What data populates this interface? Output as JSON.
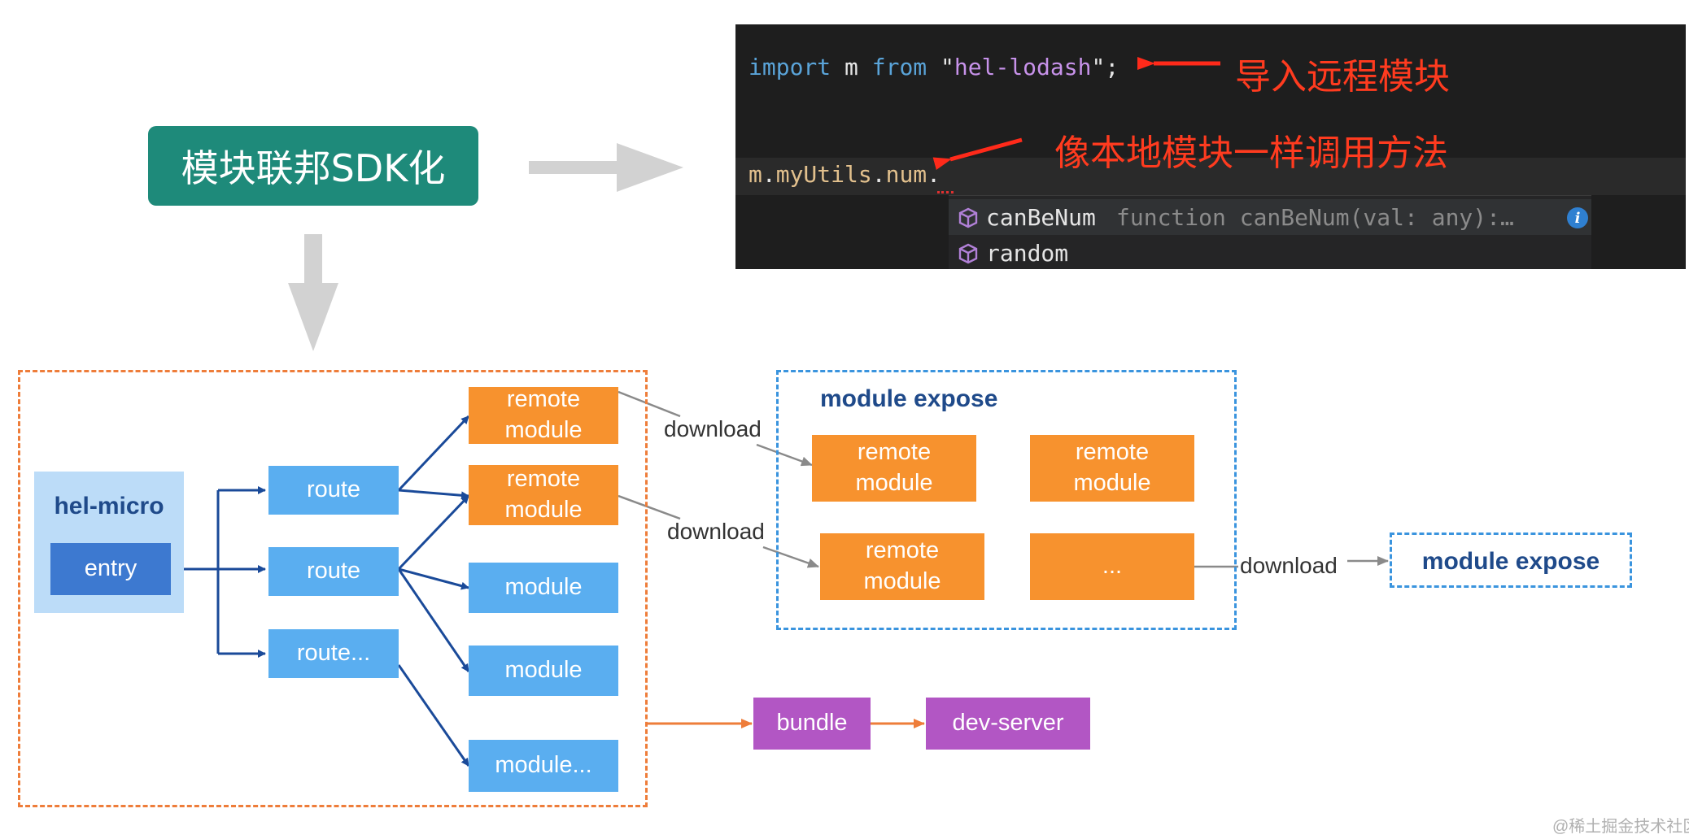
{
  "title": "模块联邦SDK化",
  "editor": {
    "line1": {
      "kw_import": "import",
      "ident": "m",
      "kw_from": "from",
      "quote_open": "\"",
      "module_name": "hel-lodash",
      "quote_close_semi": "\";"
    },
    "line2": {
      "m": "m",
      "dot1": ".",
      "prop1": "myUtils",
      "dot2": ".",
      "prop2": "num",
      "dot3": "."
    },
    "annotation_import": "导入远程模块",
    "annotation_call": "像本地模块一样调用方法",
    "suggestions": [
      {
        "name": "canBeNum",
        "detail": "function canBeNum(val: any):…",
        "icon": "cube-icon"
      },
      {
        "name": "random",
        "detail": "",
        "icon": "cube-icon"
      }
    ]
  },
  "diagram": {
    "hel_micro": "hel-micro",
    "entry": "entry",
    "routes": [
      "route",
      "route",
      "route..."
    ],
    "left_remote_modules": [
      "remote\nmodule",
      "remote\nmodule"
    ],
    "modules": [
      "module",
      "module",
      "module..."
    ],
    "download_labels": [
      "download",
      "download",
      "download"
    ],
    "module_expose_title": "module expose",
    "expose_modules": [
      "remote\nmodule",
      "remote\nmodule",
      "remote\nmodule",
      "..."
    ],
    "module_expose_right": "module expose",
    "bundle": "bundle",
    "dev_server": "dev-server"
  },
  "colors": {
    "teal": "#1e8a7a",
    "orange": "#f7922e",
    "blue": "#5aaef0",
    "dark_blue": "#3d79d0",
    "purple": "#b256c4",
    "annotation_red": "#ff3b1f"
  },
  "watermark": "@稀土掘金技术社区"
}
